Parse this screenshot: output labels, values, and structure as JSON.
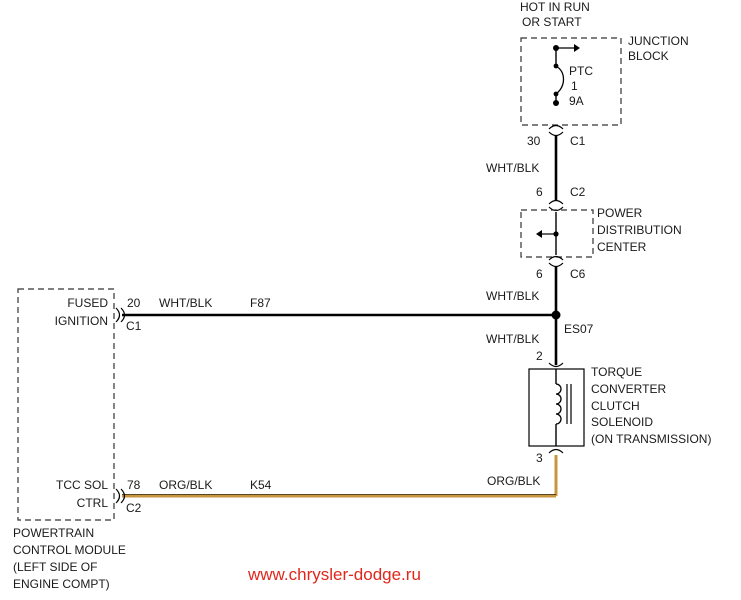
{
  "supply": {
    "line1": "HOT IN RUN",
    "line2": "OR START"
  },
  "junction_block": {
    "title_line1": "JUNCTION",
    "title_line2": "BLOCK",
    "fuse_type": "PTC",
    "fuse_number": "1",
    "fuse_rating": "9A",
    "pin": "30",
    "connector": "C1"
  },
  "wire_upper": {
    "color": "WHT/BLK"
  },
  "pdc": {
    "title_line1": "POWER",
    "title_line2": "DISTRIBUTION",
    "title_line3": "CENTER",
    "in_pin": "6",
    "in_connector": "C2",
    "out_pin": "6",
    "out_connector": "C6"
  },
  "wire_mid": {
    "color": "WHT/BLK"
  },
  "splice": {
    "id": "ES07"
  },
  "wire_lower": {
    "color": "WHT/BLK"
  },
  "solenoid": {
    "line1": "TORQUE",
    "line2": "CONVERTER",
    "line3": "CLUTCH",
    "line4": "SOLENOID",
    "line5": "(ON TRANSMISSION)",
    "pin_top": "2",
    "pin_bottom": "3"
  },
  "wire_ground_side": {
    "color": "ORG/BLK"
  },
  "pcm": {
    "fused_ignition_line1": "FUSED",
    "fused_ignition_line2": "IGNITION",
    "fused_pin": "20",
    "fused_connector": "C1",
    "fused_wire_color": "WHT/BLK",
    "fused_circuit": "F87",
    "tcc_line1": "TCC SOL",
    "tcc_line2": "CTRL",
    "tcc_pin": "78",
    "tcc_connector": "C2",
    "tcc_wire_color": "ORG/BLK",
    "tcc_circuit": "K54",
    "name_line1": "POWERTRAIN",
    "name_line2": "CONTROL MODULE",
    "name_line3": "(LEFT SIDE OF",
    "name_line4": "ENGINE COMPT)"
  },
  "watermark": "www.chrysler-dodge.ru",
  "colors": {
    "wire_wht_blk": "#000000",
    "wire_org_blk": "#c8963c",
    "watermark": "#e0271c",
    "box_dash": "#333333"
  }
}
